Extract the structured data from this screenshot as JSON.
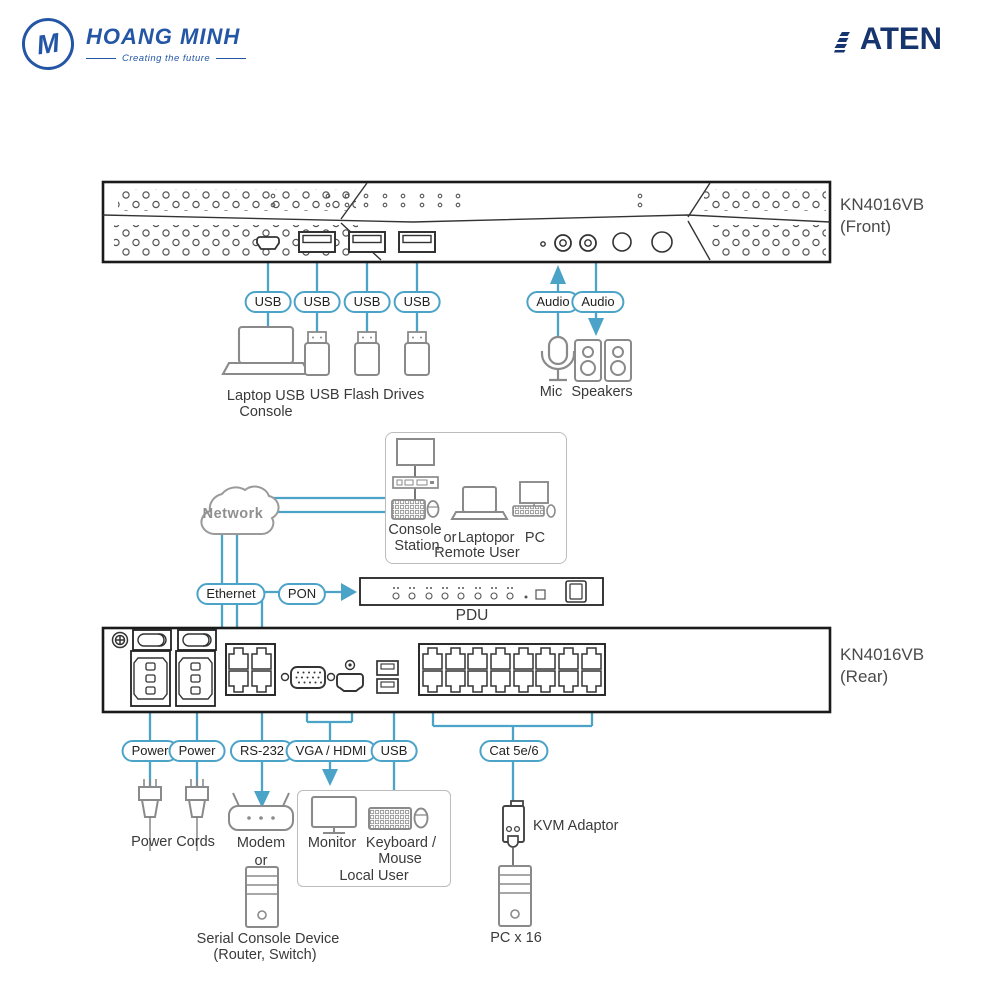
{
  "colors": {
    "accent": "#4BA3C7",
    "brand_blue": "#2456A6",
    "aten_navy": "#16356F"
  },
  "header": {
    "brand_monogram": "M",
    "brand_name": "HOANG MINH",
    "brand_tagline": "Creating the future",
    "aten": "ATEN"
  },
  "front": {
    "model": "KN4016VB",
    "view": "(Front)",
    "labels": {
      "usb1": "USB",
      "usb2": "USB",
      "usb3": "USB",
      "usb4": "USB",
      "audio1": "Audio",
      "audio2": "Audio"
    },
    "captions": {
      "laptop1": "Laptop USB",
      "laptop2": "Console",
      "flash": "USB Flash Drives",
      "mic": "Mic",
      "speakers": "Speakers"
    }
  },
  "network": {
    "cloud": "Network",
    "ethernet": "Ethernet",
    "pon": "PON",
    "pdu": "PDU",
    "remote": {
      "console1": "Console",
      "console2": "Station",
      "or1": "or",
      "laptop": "Laptop",
      "or2": "or",
      "pc": "PC",
      "caption": "Remote User"
    }
  },
  "rear": {
    "model": "KN4016VB",
    "view": "(Rear)",
    "labels": {
      "power1": "Power",
      "power2": "Power",
      "rs232": "RS-232",
      "vga_hdmi": "VGA / HDMI",
      "usb": "USB",
      "cat": "Cat 5e/6"
    },
    "captions": {
      "power_cords": "Power Cords",
      "modem": "Modem",
      "or": "or",
      "serial1": "Serial Console Device",
      "serial2": "(Router, Switch)",
      "monitor": "Monitor",
      "keyboard1": "Keyboard /",
      "keyboard2": "Mouse",
      "local_user": "Local User",
      "kvm": "KVM Adaptor",
      "pc16": "PC x 16"
    }
  }
}
